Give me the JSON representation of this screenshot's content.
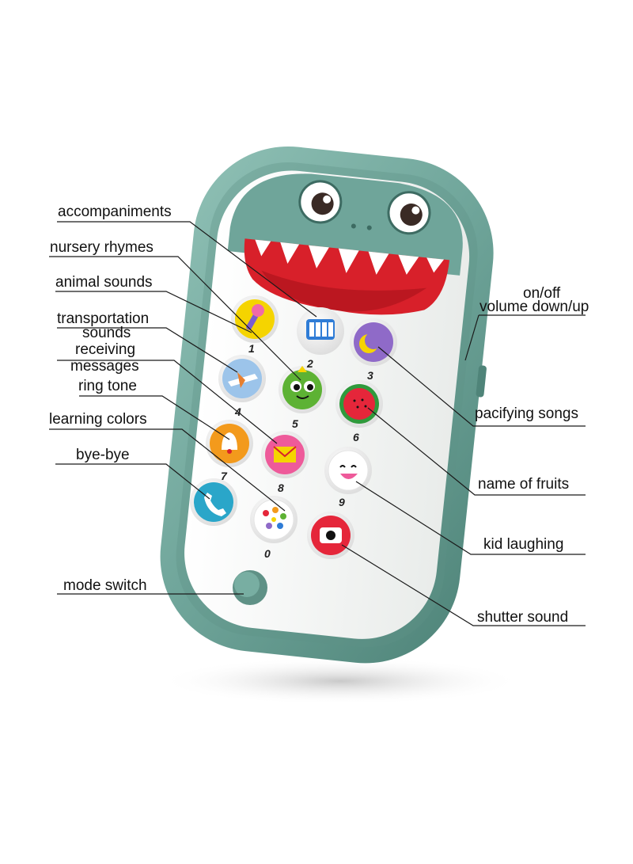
{
  "callouts": {
    "accompaniments": "accompaniments",
    "nursery_rhymes": "nursery rhymes",
    "animal_sounds": "animal sounds",
    "transportation_line1": "transportation",
    "transportation_line2": "sounds",
    "receiving_line1": "receiving",
    "receiving_line2": "messages",
    "ring_tone": "ring tone",
    "learning_colors": "learning colors",
    "bye_bye": "bye-bye",
    "mode_switch": "mode switch",
    "on_off": "on/off",
    "volume": "volume down/up",
    "pacifying_songs": "pacifying songs",
    "name_of_fruits": "name of fruits",
    "kid_laughing": "kid laughing",
    "shutter_sound": "shutter sound"
  },
  "keys": {
    "k1": "1",
    "k2": "2",
    "k3": "3",
    "k4": "4",
    "k5": "5",
    "k6": "6",
    "k7": "7",
    "k8": "8",
    "k9": "9",
    "k0": "0"
  },
  "colors": {
    "shell": "#6fa59a",
    "shell_light": "#9cc9be",
    "mouth": "#d8202a",
    "face": "#f4f4f2"
  }
}
